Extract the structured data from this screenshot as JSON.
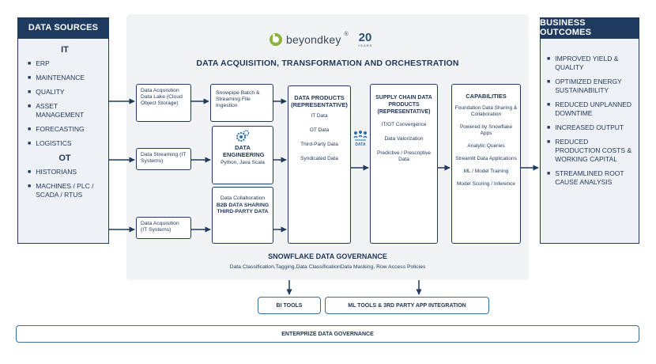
{
  "brand": {
    "name": "beyondkey",
    "reg": "®",
    "badge": "20",
    "badge_sub": "YEARS"
  },
  "title": "DATA ACQUISITION, TRANSFORMATION AND ORCHESTRATION",
  "data_sources": {
    "header": "DATA SOURCES",
    "it": {
      "label": "IT",
      "items": [
        "ERP",
        "MAINTENANCE",
        "QUALITY",
        "ASSET MANAGEMENT",
        "FORECASTING",
        "LOGISTICS"
      ]
    },
    "ot": {
      "label": "OT",
      "items": [
        "HISTORIANS",
        "MACHINES / PLC / SCADA / RTUS"
      ]
    }
  },
  "business_outcomes": {
    "header": "BUSINESS OUTCOMES",
    "items": [
      "IMPROVED YIELD & QUALITY",
      "OPTIMIZED ENERGY SUSTAINABILITY",
      "REDUCED UNPLANNED DOWNTIME",
      "INCREASED OUTPUT",
      "REDUCED PRODUCTION COSTS & WORKING CAPITAL",
      "STREAMLINED ROOT CAUSE ANALYSIS"
    ]
  },
  "acquisition": {
    "lake": "Data Acquisition Data Lake (Cloud Object Storage)",
    "streaming": "Data Streaming (IT Systems)",
    "it": "Data Acquisition (IT Systems)"
  },
  "processing": {
    "snowpipe": "Snowpipe Batch & Streaming File Ingestion",
    "engineering_title": "DATA ENGINEERING",
    "engineering_sub": "Python, Java Scala",
    "collab_line1": "Data Collaboration",
    "collab_line2": "B2B DATA SHARING THIRD-PARTY DATA"
  },
  "data_products": {
    "title": "DATA PRODUCTS (REPRESENTATIVE)",
    "items": [
      "IT Data",
      "OT Data",
      "Third-Party Data",
      "Syndicated Data"
    ]
  },
  "supply_chain": {
    "title": "SUPPLY CHAIN DATA PRODUCTS (REPRESENTATIVE)",
    "items": [
      "IT/OT Convergence",
      "Data Valorization",
      "Predictive / Prescriptive Data"
    ]
  },
  "data_icon_label": "DATA",
  "capabilities": {
    "title": "CAPABILITIES",
    "items": [
      "Foundation Data Sharing & Collaboration",
      "Powered by Snowflake Apps",
      "Analytic Queries",
      "Streamlit Data Applications",
      "ML / Model Training",
      "Model Scoring / Inference"
    ]
  },
  "governance": {
    "title": "SNOWFLAKE DATA GOVERNANCE",
    "subtitle": "Data Classification,Tagging,Data ClassificationData Masking, Row Access Policies"
  },
  "bottom": {
    "bi": "BI TOOLS",
    "ml": "ML TOOLS & 3RD PARTY APP INTEGRATION",
    "enterprise": "ENTERPRIZE DATA GOVERNANCE"
  },
  "colors": {
    "navy": "#1f3a5f",
    "panel": "#f1f3f5",
    "brand_green": "#8ab53a"
  }
}
